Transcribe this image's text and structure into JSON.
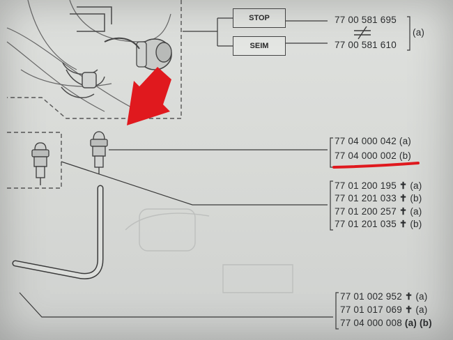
{
  "labels": {
    "stop": "STOP",
    "seim": "SEIM"
  },
  "parts": {
    "group1": [
      "77 00 581 695",
      "77 00 581 610"
    ],
    "group1_suffix": "(a)",
    "group2": [
      {
        "number": "77 04 000 042",
        "suffix": "(a)"
      },
      {
        "number": "77 04 000 002",
        "suffix": "(b)"
      }
    ],
    "group3": [
      {
        "number": "77 01 200 195",
        "dagger": "✝",
        "suffix": "(a)"
      },
      {
        "number": "77 01 201 033",
        "dagger": "✝",
        "suffix": "(b)"
      },
      {
        "number": "77 01 200 257",
        "dagger": "✝",
        "suffix": "(a)"
      },
      {
        "number": "77 01 201 035",
        "dagger": "✝",
        "suffix": "(b)"
      }
    ],
    "group4": [
      {
        "number": "77 01 002 952",
        "dagger": "✝",
        "suffix": "(a)"
      },
      {
        "number": "77 01 017 069",
        "dagger": "✝",
        "suffix": "(a)"
      },
      {
        "number": "77 04 000 008",
        "dagger": "",
        "suffix": "(a) (b)"
      }
    ]
  },
  "colors": {
    "highlight": "#e0191e",
    "ink": "#2a2c2e",
    "paper": "#d9dbd8"
  }
}
